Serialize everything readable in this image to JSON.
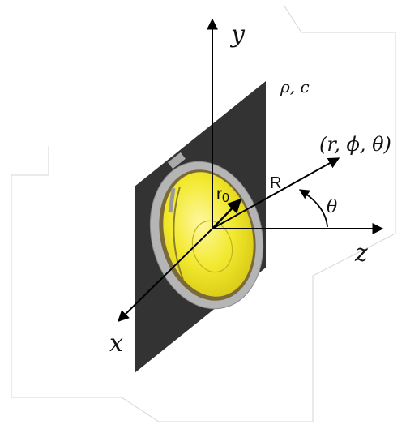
{
  "labels": {
    "y_axis": "y",
    "x_axis": "x",
    "z_axis": "z",
    "medium": "ρ, c",
    "point": "(r, ϕ, θ)",
    "radius_vector": "R",
    "angle": "θ",
    "piston_radius_base": "r",
    "piston_radius_sub": "0"
  },
  "colors": {
    "plate": "#333333",
    "piston_face": "#f4ee3a",
    "piston_ring": "#b9b9b9",
    "axis": "#000000",
    "background": "#ffffff",
    "outline": "#d0d0d0"
  }
}
